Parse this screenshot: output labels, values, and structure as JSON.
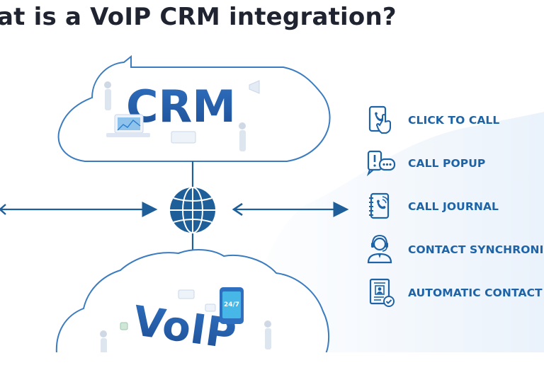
{
  "heading": "at is a VoIP CRM integration?",
  "top_cloud_label": "CRM",
  "bottom_cloud_label": "VoIP",
  "badge_247": "24/7",
  "features": [
    {
      "label": "CLICK TO CALL",
      "icon": "phone-tap-icon"
    },
    {
      "label": "CALL POPUP",
      "icon": "call-popup-icon"
    },
    {
      "label": "CALL JOURNAL",
      "icon": "call-journal-icon"
    },
    {
      "label": "CONTACT SYNCHRONI",
      "icon": "contact-sync-icon"
    },
    {
      "label": "AUTOMATIC CONTACT",
      "icon": "contact-card-icon"
    }
  ],
  "colors": {
    "accent": "#1e63a6",
    "line": "#1f5f99",
    "cloud_stroke": "#3b7cc0",
    "heading": "#1f2430"
  }
}
